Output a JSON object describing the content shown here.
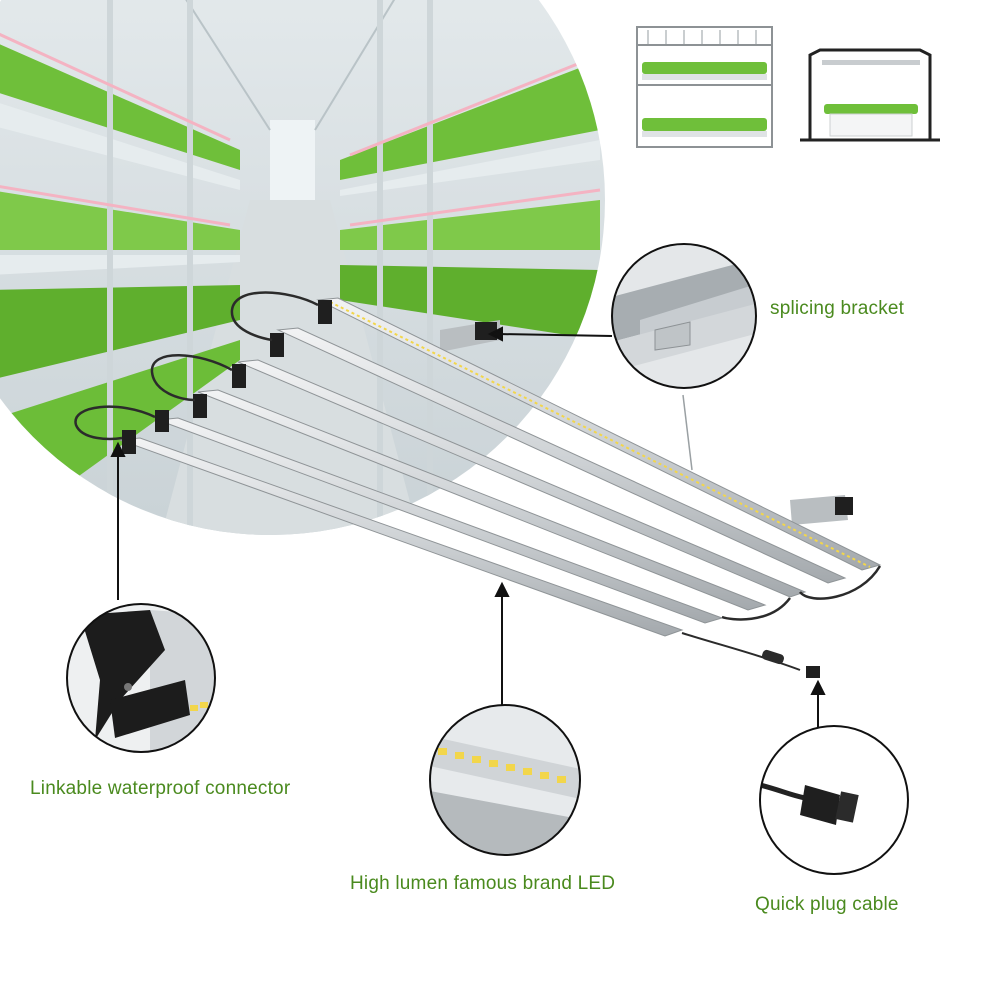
{
  "colors": {
    "accent": "#4a8a1e",
    "fixture": "#d9dcde",
    "fixture_edge": "#8f9497",
    "cable": "#2b2b2b",
    "plant": "#6fbf3a",
    "led": "#f2d64b"
  },
  "callouts": {
    "splicing_bracket": "splicing bracket",
    "connector": "Linkable waterproof connector",
    "led": "High lumen famous brand LED",
    "cable": "Quick plug cable"
  },
  "icons": {
    "rack_setup": "multi-tier-rack-icon",
    "stand_setup": "single-stand-icon"
  }
}
